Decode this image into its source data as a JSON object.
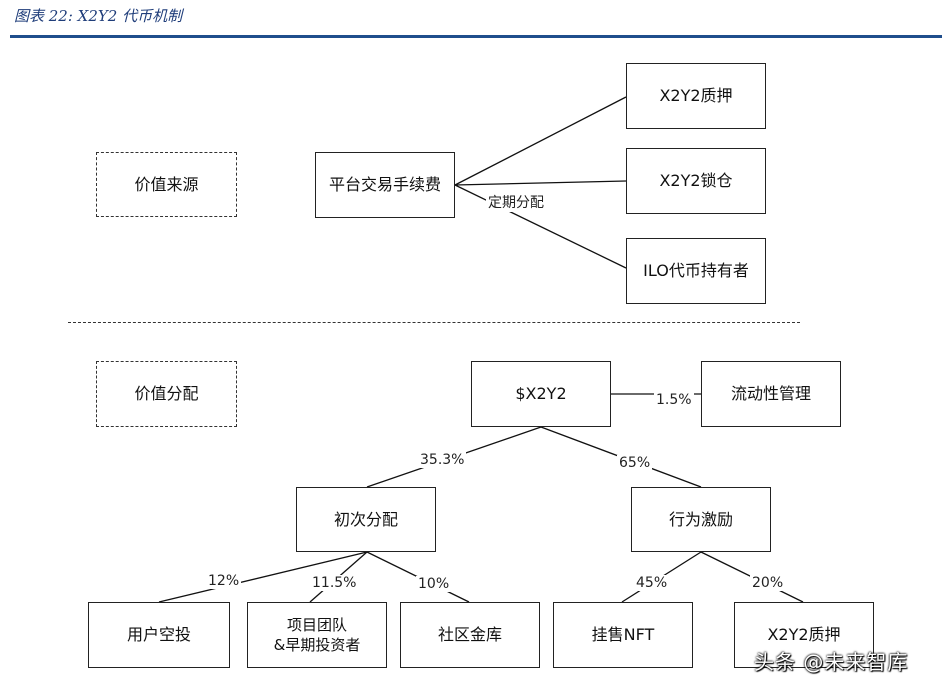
{
  "figure_title": "图表 22:  X2Y2 代币机制",
  "top_section": {
    "label": "价值来源",
    "source": "平台交易手续费",
    "edge_label": "定期分配",
    "targets": [
      "X2Y2质押",
      "X2Y2锁仓",
      "ILO代币持有者"
    ]
  },
  "bottom_section": {
    "label": "价值分配",
    "token": "$X2Y2",
    "liquidity": {
      "label": "流动性管理",
      "pct": "1.5%"
    },
    "initial": {
      "label": "初次分配",
      "pct": "35.3%",
      "children": [
        {
          "label": "用户空投",
          "pct": "12%"
        },
        {
          "label": "项目团队\n&早期投资者",
          "pct": "11.5%"
        },
        {
          "label": "社区金库",
          "pct": "10%"
        }
      ]
    },
    "incentive": {
      "label": "行为激励",
      "pct": "65%",
      "children": [
        {
          "label": "挂售NFT",
          "pct": "45%"
        },
        {
          "label": "X2Y2质押",
          "pct": "20%"
        }
      ]
    }
  },
  "watermark": "头条 @未来智库"
}
